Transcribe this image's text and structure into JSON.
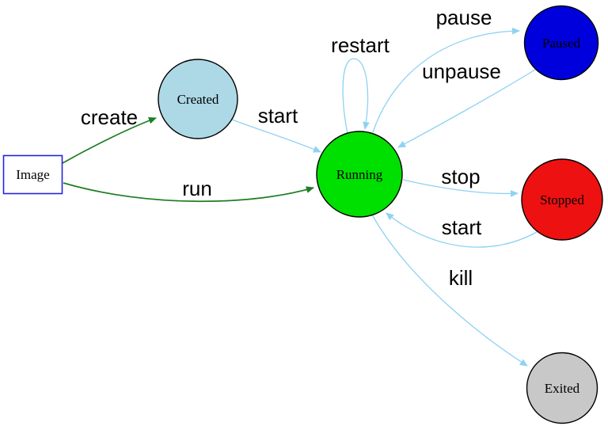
{
  "colors": {
    "action_edge": "#8fd2f2",
    "lifecycle_edge": "#1e7d23",
    "label_text": "#000000",
    "image_border": "#2424dd"
  },
  "nodes": {
    "image": {
      "label": "Image",
      "shape": "rectangle",
      "fill": "#ffffff",
      "stroke": "#2424dd"
    },
    "created": {
      "label": "Created",
      "shape": "circle",
      "fill": "#add8e6",
      "stroke": "#000000"
    },
    "running": {
      "label": "Running",
      "shape": "circle",
      "fill": "#00e000",
      "stroke": "#000000"
    },
    "paused": {
      "label": "Paused",
      "shape": "circle",
      "fill": "#0000dd",
      "stroke": "#000000"
    },
    "stopped": {
      "label": "Stopped",
      "shape": "circle",
      "fill": "#ee1111",
      "stroke": "#000000"
    },
    "exited": {
      "label": "Exited",
      "shape": "circle",
      "fill": "#c8c8c8",
      "stroke": "#000000"
    }
  },
  "edges": {
    "create": {
      "label": "create",
      "from": "image",
      "to": "created",
      "color": "#1e7d23"
    },
    "run": {
      "label": "run",
      "from": "image",
      "to": "running",
      "color": "#1e7d23"
    },
    "start_created": {
      "label": "start",
      "from": "created",
      "to": "running",
      "color": "#8fd2f2"
    },
    "restart": {
      "label": "restart",
      "from": "running",
      "to": "running",
      "color": "#8fd2f2"
    },
    "pause": {
      "label": "pause",
      "from": "running",
      "to": "paused",
      "color": "#8fd2f2"
    },
    "unpause": {
      "label": "unpause",
      "from": "paused",
      "to": "running",
      "color": "#8fd2f2"
    },
    "stop": {
      "label": "stop",
      "from": "running",
      "to": "stopped",
      "color": "#8fd2f2"
    },
    "start_stopped": {
      "label": "start",
      "from": "stopped",
      "to": "running",
      "color": "#8fd2f2"
    },
    "kill": {
      "label": "kill",
      "from": "running",
      "to": "exited",
      "color": "#8fd2f2"
    }
  }
}
